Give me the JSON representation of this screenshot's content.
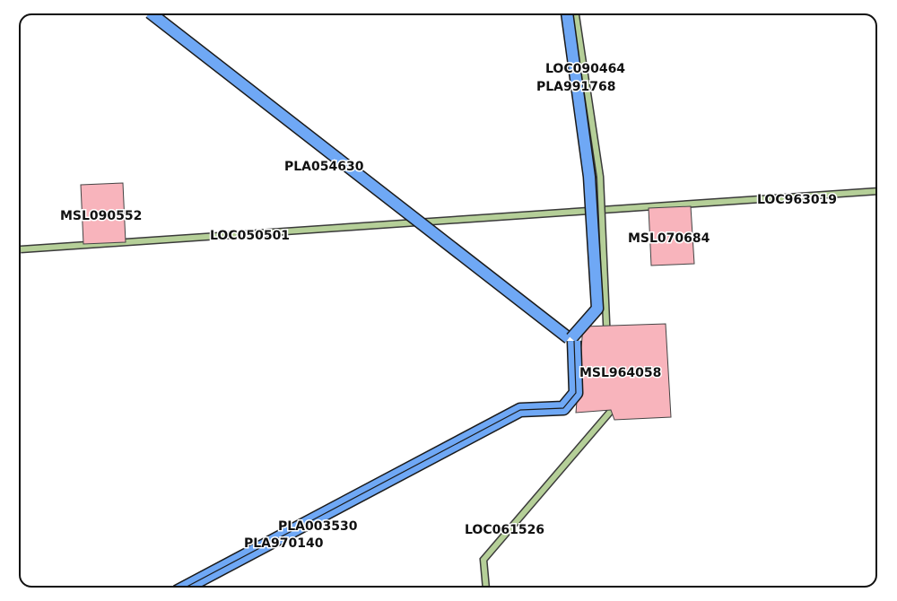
{
  "map": {
    "colors": {
      "pipe_fill": "#6fa8f5",
      "pipe_edge": "#1a1a1a",
      "road_fill": "#b5cf98",
      "road_edge": "#3a3a3a",
      "site_fill": "#f8b4bc",
      "site_edge": "#444444"
    },
    "labels": {
      "loc090464": "LOC090464",
      "pla991768": "PLA991768",
      "pla054630": "PLA054630",
      "msl090552": "MSL090552",
      "loc050501": "LOC050501",
      "loc963019": "LOC963019",
      "msl070684": "MSL070684",
      "msl964058": "MSL964058",
      "pla003530": "PLA003530",
      "pla970140": "PLA970140",
      "loc061526": "LOC061526"
    }
  }
}
